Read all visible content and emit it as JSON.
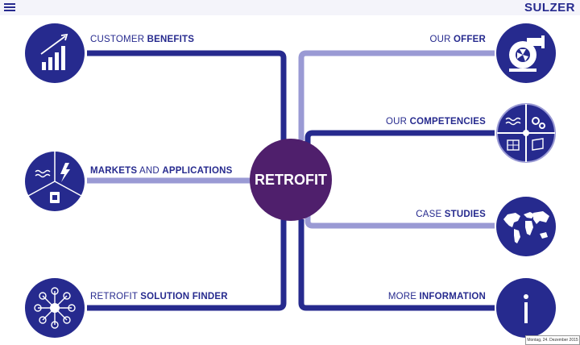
{
  "brand": "SULZER",
  "center": "RETROFIT",
  "left_items": [
    {
      "normal": "CUSTOMER ",
      "bold": "BENEFITS"
    },
    {
      "normal": "",
      "bold": "MARKETS",
      "normal2": " AND ",
      "bold2": "APPLICATIONS"
    },
    {
      "normal": "RETROFIT ",
      "bold": "SOLUTION FINDER"
    }
  ],
  "right_items": [
    {
      "normal": "OUR ",
      "bold": "OFFER"
    },
    {
      "normal": "OUR ",
      "bold": "COMPETENCIES"
    },
    {
      "normal": "CASE ",
      "bold": "STUDIES"
    },
    {
      "normal": "MORE ",
      "bold": "INFORMATION"
    }
  ],
  "date_stamp": "Montag, 24. Dezember 2015",
  "colors": {
    "navy": "#262a8e",
    "light": "#9a9ad4",
    "center": "#4f1f6c"
  },
  "icons": [
    "bar-chart-icon",
    "markets-pie-icon",
    "network-icon",
    "pump-icon",
    "competencies-icon",
    "world-map-icon",
    "info-icon"
  ]
}
